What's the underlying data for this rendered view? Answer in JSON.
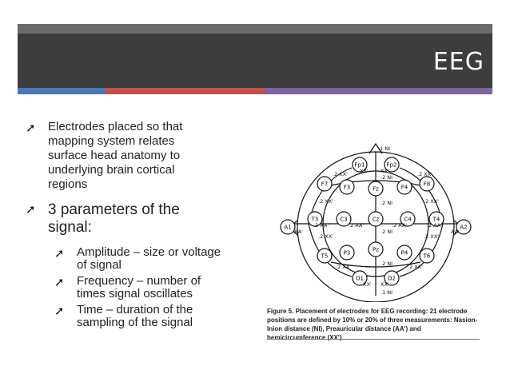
{
  "slide": {
    "title": "EEG",
    "stripe_colors": [
      "#4a79b5",
      "#c0504d",
      "#8064a2"
    ]
  },
  "bullets": [
    {
      "text": "Electrodes placed so that mapping system relates surface head anatomy to underlying brain cortical regions"
    },
    {
      "text": "3 parameters of the signal:",
      "sub": [
        {
          "text": "Amplitude – size or voltage of signal"
        },
        {
          "text": "Frequency – number of times signal oscillates"
        },
        {
          "text": "Time – duration of the sampling of the signal"
        }
      ]
    }
  ],
  "figure": {
    "electrodes": [
      "Fp1",
      "Fp2",
      "F7",
      "F3",
      "Fz",
      "F4",
      "F8",
      "A1",
      "T3",
      "C3",
      "Cz",
      "C4",
      "T4",
      "A2",
      "T5",
      "P3",
      "Pz",
      "P4",
      "T6",
      "O1",
      "O2"
    ],
    "labels": [
      ".1 NI",
      "XX'",
      "XX'",
      ".2 NI",
      ".2 XX'",
      ".2 XX'",
      ".2 NI",
      ".2 XX'",
      ".2 XX'",
      ".2 AA'",
      ".2 AA'",
      ".2 AA'",
      ".2 AA'",
      ".2 NI",
      "AA'",
      "AA'",
      ".2 XX'",
      ".2 XX'",
      ".2 NI",
      ".2 XX'",
      ".2 XX'",
      "XX'",
      "XX'",
      ".1 NI"
    ],
    "caption": "Figure 5. Placement of electrodes for EEG recording: 21 electrode positions are defined by 10% or 20% of three measurements: Nasion-Inion distance (NI), Preauricular distance (AA') and hemicircumference (XX')"
  }
}
